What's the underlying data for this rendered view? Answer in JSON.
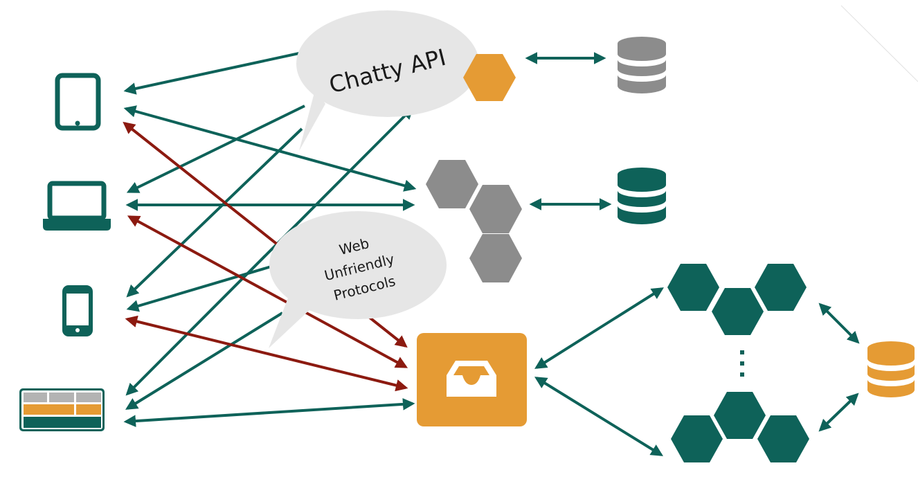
{
  "bubbles": {
    "chatty": {
      "text": "Chatty API"
    },
    "web_unfriendly": {
      "lines": [
        "Web",
        "Unfriendly",
        "Protocols"
      ]
    }
  },
  "colors": {
    "teal": "#0e6259",
    "red": "#8c1a10",
    "orange": "#e59b34",
    "gray": "#8c8c8c",
    "bubble": "#e6e6e6"
  },
  "icons": {
    "clients": [
      "tablet-icon",
      "laptop-icon",
      "phone-icon",
      "dashboard-icon"
    ],
    "services": [
      "orange-service-hexagon-icon",
      "gray-service-hexagon-cluster-icon",
      "teal-service-hexagon-cluster-icon"
    ],
    "databases": [
      "gray-database-icon",
      "teal-database-icon",
      "orange-database-icon"
    ],
    "gateway": "inbox-gateway-icon"
  }
}
